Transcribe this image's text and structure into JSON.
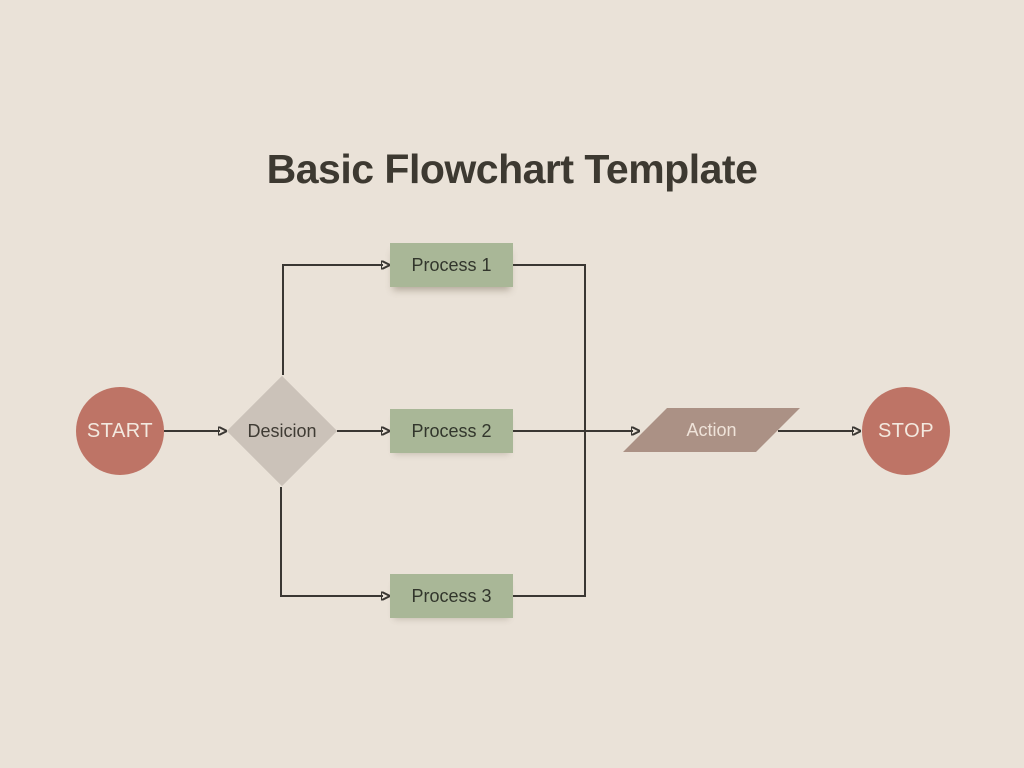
{
  "title": "Basic Flowchart Template",
  "colors": {
    "background": "#eae2d8",
    "terminal": "#be7466",
    "terminal_text": "#f3e9df",
    "decision": "#cbc2b9",
    "decision_text": "#3f3b34",
    "process": "#a9b797",
    "process_text": "#32362c",
    "action": "#ab9185",
    "action_text": "#efe3d9",
    "connector": "#3a3733",
    "title_text": "#3d3931"
  },
  "nodes": {
    "start": {
      "label": "START",
      "type": "terminal"
    },
    "decision": {
      "label": "Desicion",
      "type": "decision"
    },
    "process1": {
      "label": "Process 1",
      "type": "process"
    },
    "process2": {
      "label": "Process 2",
      "type": "process"
    },
    "process3": {
      "label": "Process 3",
      "type": "process"
    },
    "action": {
      "label": "Action",
      "type": "action"
    },
    "stop": {
      "label": "STOP",
      "type": "terminal"
    }
  }
}
